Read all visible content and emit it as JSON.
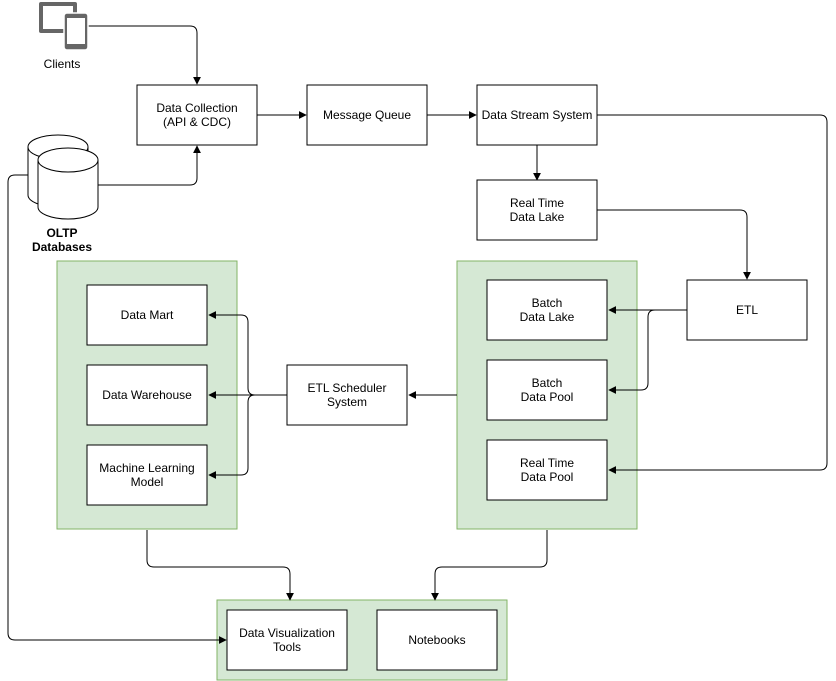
{
  "colors": {
    "group_fill": "#d5e8d4",
    "group_stroke": "#82b366",
    "line": "#000000",
    "icon": "#666666"
  },
  "icons": {
    "clients": "tablet-phone-icon",
    "oltp": "database-cylinders-icon"
  },
  "labels": {
    "clients": "Clients",
    "oltp_line1": "OLTP",
    "oltp_line2": "Databases",
    "data_collection_l1": "Data Collection",
    "data_collection_l2": "(API & CDC)",
    "message_queue": "Message Queue",
    "data_stream": "Data Stream System",
    "rt_lake_l1": "Real Time",
    "rt_lake_l2": "Data Lake",
    "etl": "ETL",
    "batch_lake_l1": "Batch",
    "batch_lake_l2": "Data Lake",
    "batch_pool_l1": "Batch",
    "batch_pool_l2": "Data Pool",
    "rt_pool_l1": "Real Time",
    "rt_pool_l2": "Data Pool",
    "etl_sched_l1": "ETL Scheduler",
    "etl_sched_l2": "System",
    "data_mart": "Data Mart",
    "data_warehouse": "Data Warehouse",
    "ml_l1": "Machine Learning",
    "ml_l2": "Model",
    "dataviz_l1": "Data Visualization",
    "dataviz_l2": "Tools",
    "notebooks": "Notebooks"
  }
}
